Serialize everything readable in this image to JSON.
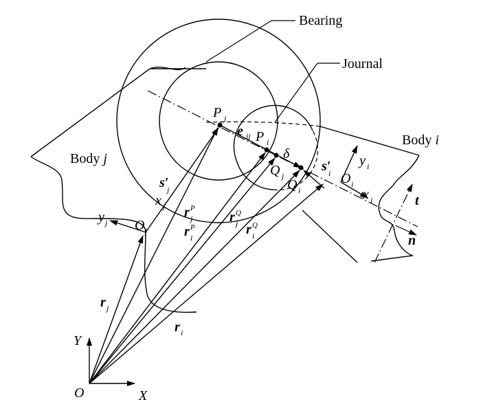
{
  "labels": {
    "bearing": "Bearing",
    "journal": "Journal",
    "body_j": "Body",
    "body_j_sym": "j",
    "body_i": "Body",
    "body_i_sym": "i",
    "P": "P",
    "j": "j",
    "i": "i",
    "e": "e",
    "ij": "ij",
    "delta": "δ",
    "Q": "Q",
    "s": "s′",
    "y": "y",
    "x": "x",
    "O": "O",
    "r": "r",
    "supP": "P",
    "supQ": "Q",
    "t": "t",
    "n": "n",
    "Y": "Y",
    "X": "X"
  }
}
